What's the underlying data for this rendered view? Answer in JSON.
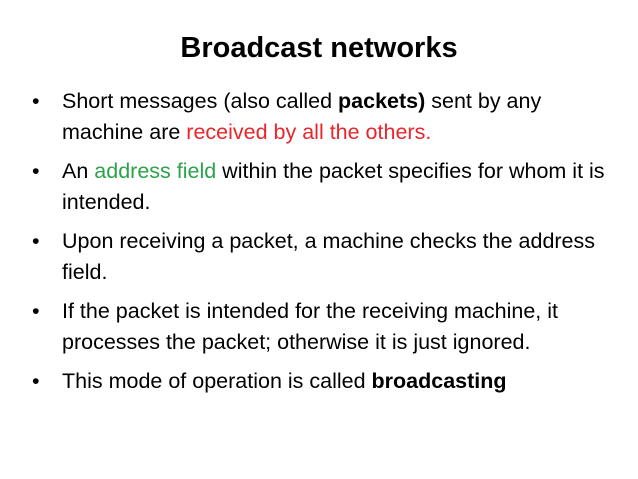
{
  "slide": {
    "title": "Broadcast networks",
    "bullet_glyph": "•",
    "bullets": [
      {
        "segments": [
          "Short messages (also called ",
          "packets)",
          " sent by any machine are ",
          "received by all the others."
        ]
      },
      {
        "segments": [
          "An ",
          "address field",
          " within the packet specifies for whom it is intended."
        ]
      },
      {
        "segments": [
          "Upon receiving a packet, a machine checks the address field."
        ]
      },
      {
        "segments": [
          "If the packet is intended for the receiving machine, it processes the packet; otherwise it is just ignored."
        ]
      },
      {
        "segments": [
          "This mode of operation is called ",
          "broadcasting"
        ]
      }
    ]
  },
  "colors": {
    "highlight_red": "#e8262b",
    "highlight_green": "#2ca24a",
    "text": "#000000",
    "background": "#ffffff"
  }
}
